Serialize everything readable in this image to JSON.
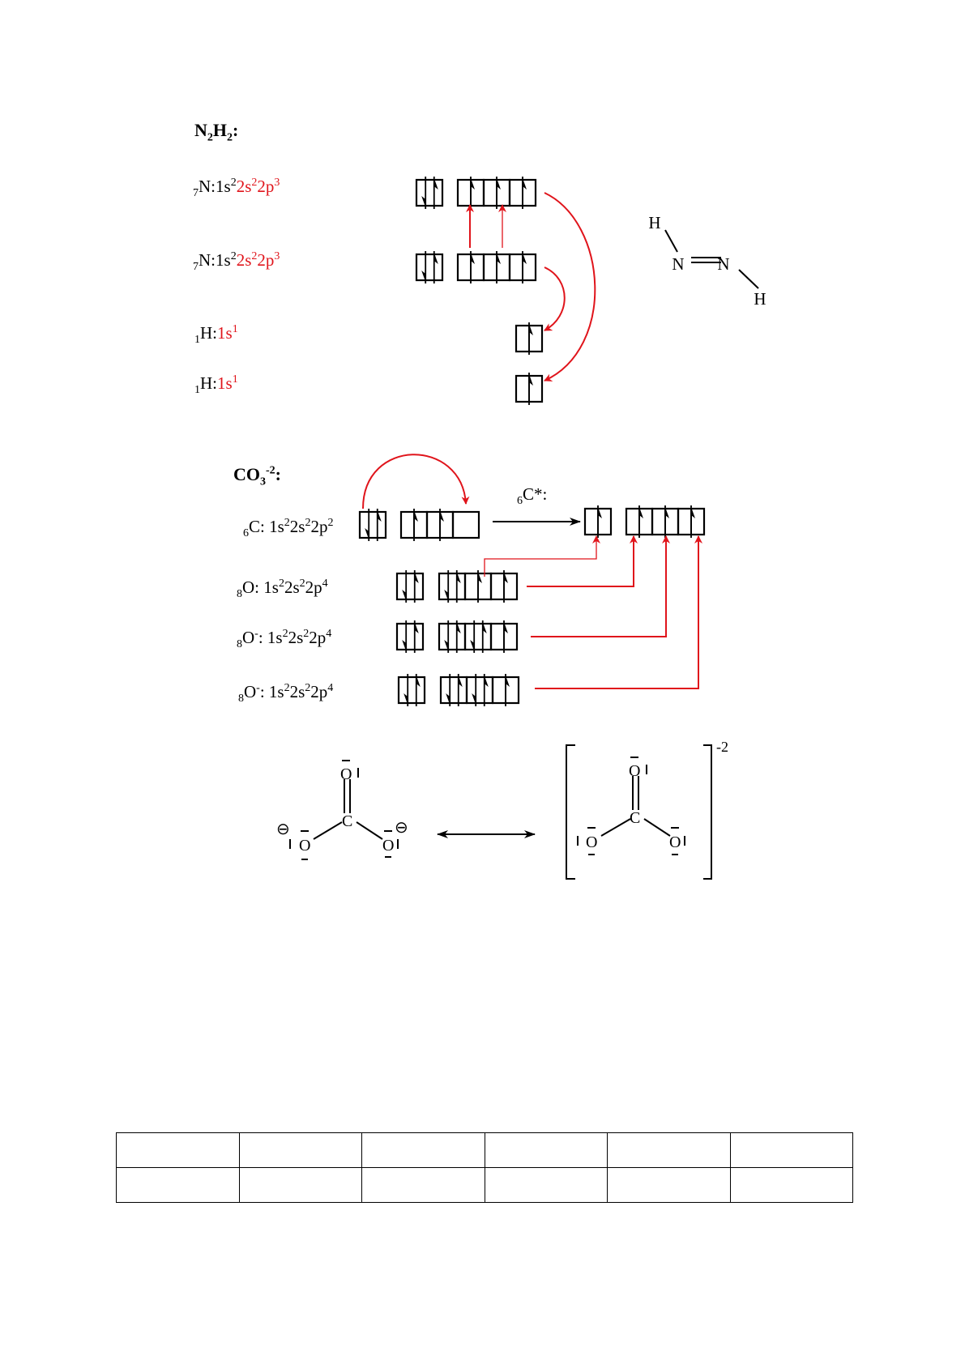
{
  "n2h2": {
    "title": {
      "main": "N",
      "s1": "2",
      "m2": "H",
      "s2": "2",
      "end": ":"
    },
    "configs": [
      {
        "sub": "7",
        "el": "N:",
        "black": "1s",
        "bsup": "2",
        "red1": "2s",
        "rsup1": "2",
        "red2": "2p",
        "rsup2": "3",
        "orbitals": {
          "s": [
            "ud"
          ],
          "p": [
            "u",
            "u",
            "u"
          ]
        }
      },
      {
        "sub": "7",
        "el": "N:",
        "black": "1s",
        "bsup": "2",
        "red1": "2s",
        "rsup1": "2",
        "red2": "2p",
        "rsup2": "3",
        "orbitals": {
          "s": [
            "ud"
          ],
          "p": [
            "u",
            "u",
            "u"
          ]
        }
      },
      {
        "sub": "1",
        "el": "H:",
        "red1": "1s",
        "rsup1": "1",
        "orbitals": {
          "s": [
            "u"
          ]
        }
      },
      {
        "sub": "1",
        "el": "H:",
        "red1": "1s",
        "rsup1": "1",
        "orbitals": {
          "s": [
            "u"
          ]
        }
      }
    ],
    "structure": {
      "atoms": [
        "H",
        "N",
        "N",
        "H"
      ],
      "bond": "N=N"
    }
  },
  "co3": {
    "title": {
      "main": "CO",
      "s1": "3",
      "sup": "-2",
      "end": ":"
    },
    "carbon": {
      "sub": "6",
      "el": "C: ",
      "cfg": "1s",
      "a": "2",
      "b": "2s",
      "c": "2",
      "d": "2p",
      "e": "2",
      "orbitals": {
        "s": [
          "ud"
        ],
        "p": [
          "u",
          "u",
          ""
        ]
      }
    },
    "excited": {
      "sub": "6",
      "label": "C*:",
      "orbitals": {
        "s": [
          "u"
        ],
        "p": [
          "u",
          "u",
          "u"
        ]
      }
    },
    "oxygens": [
      {
        "sub": "8",
        "el": "O",
        "charge": "",
        "cfg": ": 1s",
        "a": "2",
        "b": "2s",
        "c": "2",
        "d": "2p",
        "e": "4",
        "orbitals": {
          "s": [
            "ud"
          ],
          "p": [
            "ud",
            "u",
            "u"
          ]
        }
      },
      {
        "sub": "8",
        "el": "O",
        "charge": "-",
        "cfg": ": 1s",
        "a": "2",
        "b": "2s",
        "c": "2",
        "d": "2p",
        "e": "4",
        "orbitals": {
          "s": [
            "ud"
          ],
          "p": [
            "ud",
            "ud",
            "u"
          ]
        }
      },
      {
        "sub": "8",
        "el": "O",
        "charge": "-",
        "cfg": ": 1s",
        "a": "2",
        "b": "2s",
        "c": "2",
        "d": "2p",
        "e": "4",
        "orbitals": {
          "s": [
            "ud"
          ],
          "p": [
            "ud",
            "ud",
            "u"
          ]
        }
      }
    ],
    "resonance": {
      "left": {
        "center": "C",
        "oxygens": [
          "O",
          "O",
          "O"
        ],
        "charges": [
          "⊖",
          "⊖"
        ]
      },
      "right": {
        "center": "C",
        "oxygens": [
          "O",
          "O",
          "O"
        ],
        "charge": "-2"
      }
    }
  },
  "table": {
    "rows": [
      [
        "",
        "",
        "",
        "",
        "",
        ""
      ],
      [
        "",
        "",
        "",
        "",
        "",
        ""
      ]
    ]
  },
  "colors": {
    "accent": "#e0141b",
    "ink": "#000000"
  }
}
